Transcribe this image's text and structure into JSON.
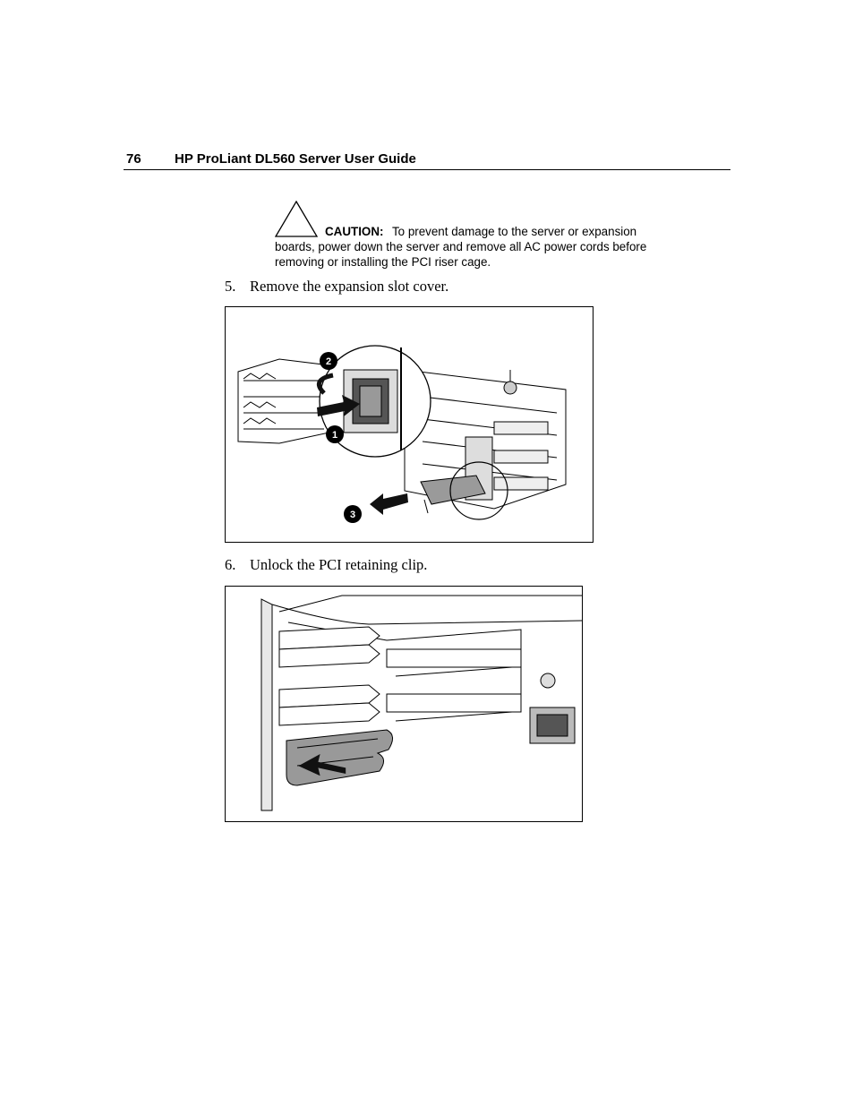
{
  "header": {
    "page_number": "76",
    "title": "HP ProLiant DL560 Server User Guide"
  },
  "caution": {
    "icon": "caution-triangle-icon",
    "label": "CAUTION:",
    "text": "To prevent damage to the server or expansion boards, power down the server and remove all AC power cords before removing or installing the PCI riser cage."
  },
  "steps": [
    {
      "number": "5.",
      "text": "Remove the expansion slot cover."
    },
    {
      "number": "6.",
      "text": "Unlock the PCI retaining clip."
    }
  ],
  "figure1": {
    "callouts": [
      "1",
      "2",
      "3"
    ]
  }
}
